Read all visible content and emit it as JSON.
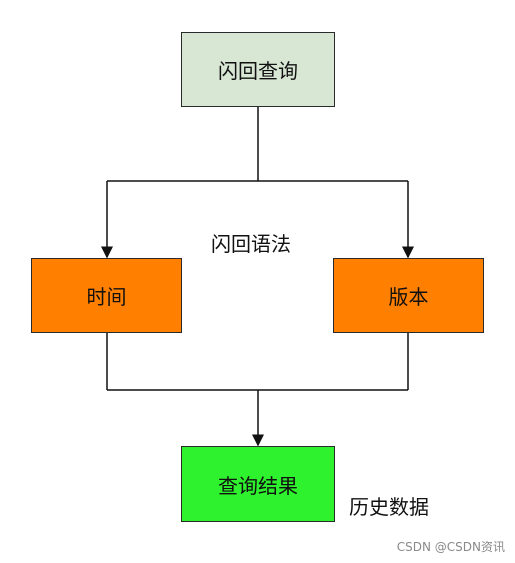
{
  "diagram": {
    "nodes": {
      "flashback": {
        "label": "闪回查询",
        "fill": "#d8e6d4"
      },
      "time": {
        "label": "时间",
        "fill": "#ff7f00"
      },
      "version": {
        "label": "版本",
        "fill": "#ff7f00"
      },
      "result": {
        "label": "查询结果",
        "fill": "#2ef22e"
      }
    },
    "edges": [
      {
        "from": "flashback",
        "to": "time",
        "direction": "down"
      },
      {
        "from": "flashback",
        "to": "version",
        "direction": "down"
      },
      {
        "from": "time",
        "to": "result",
        "direction": "down"
      },
      {
        "from": "version",
        "to": "result",
        "direction": "down"
      }
    ],
    "labels": {
      "syntax": "闪回语法",
      "history": "历史数据"
    },
    "line_color": "#111111"
  },
  "watermark": "CSDN @CSDN资讯"
}
